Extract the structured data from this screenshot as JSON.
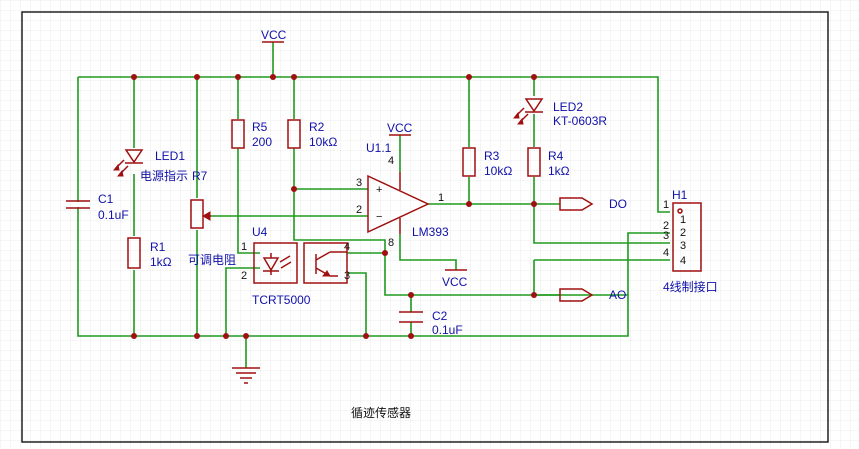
{
  "title": "循迹传感器",
  "power": {
    "vcc_top": "VCC",
    "vcc_op": "VCC",
    "vcc_bottom": "VCC"
  },
  "components": {
    "c1": {
      "ref": "C1",
      "value": "0.1uF"
    },
    "led1": {
      "ref": "LED1",
      "value": "电源指示"
    },
    "r1": {
      "ref": "R1",
      "value": "1kΩ"
    },
    "r5": {
      "ref": "R5",
      "value": "200"
    },
    "r7": {
      "ref": "R7",
      "value": "可调电阻"
    },
    "r2": {
      "ref": "R2",
      "value": "10kΩ"
    },
    "u1": {
      "ref": "U1.1",
      "part": "LM393",
      "pin_vcc": "4",
      "pin_gnd": "8",
      "pin_plus": "3",
      "pin_minus": "2",
      "pin_out": "1"
    },
    "u4": {
      "ref": "U4",
      "part": "TCRT5000",
      "pin1": "1",
      "pin2": "2",
      "pin3": "3",
      "pin4": "4"
    },
    "r3": {
      "ref": "R3",
      "value": "10kΩ"
    },
    "r4": {
      "ref": "R4",
      "value": "1kΩ"
    },
    "led2": {
      "ref": "LED2",
      "value": "KT-0603R"
    },
    "c2": {
      "ref": "C2",
      "value": "0.1uF"
    },
    "h1": {
      "ref": "H1",
      "label": "4线制接口",
      "pins_outer": [
        "1",
        "2",
        "3",
        "4"
      ],
      "pins_inner": [
        "1",
        "2",
        "3",
        "4"
      ]
    }
  },
  "nets": {
    "do": "DO",
    "ao": "AO"
  },
  "colors": {
    "wire": "#1e9a1e",
    "component": "#a01010",
    "label": "#1010aa",
    "grid": "#e6e6e6"
  }
}
